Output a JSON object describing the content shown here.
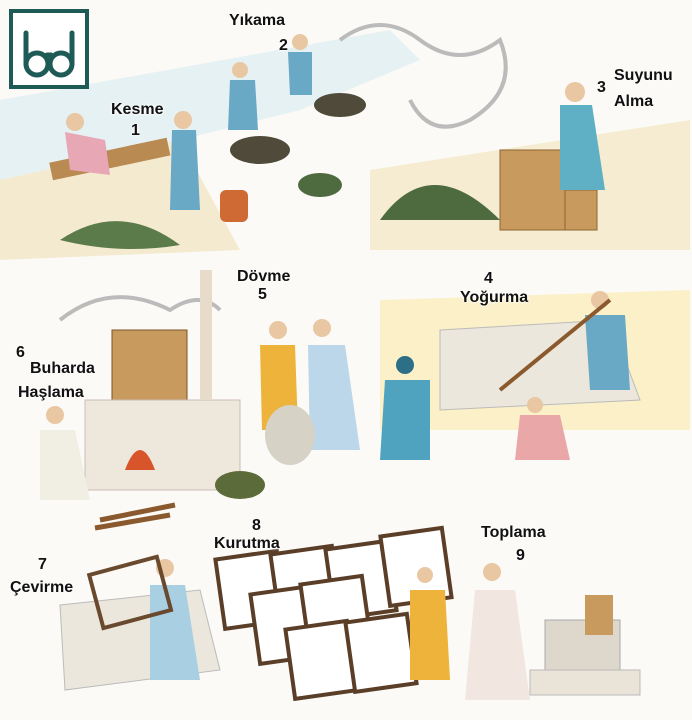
{
  "logo": {
    "text": "bd",
    "color": "#1e5a56"
  },
  "steps": [
    {
      "number": "1",
      "label": "Kesme"
    },
    {
      "number": "2",
      "label": "Yıkama"
    },
    {
      "number": "3",
      "label": "Suyunu Alma",
      "label_line1": "Suyunu",
      "label_line2": "Alma"
    },
    {
      "number": "4",
      "label": "Yoğurma"
    },
    {
      "number": "5",
      "label": "Dövme"
    },
    {
      "number": "6",
      "label": "Buharda Haşlama",
      "label_line1": "Buharda",
      "label_line2": "Haşlama"
    },
    {
      "number": "7",
      "label": "Çevirme"
    },
    {
      "number": "8",
      "label": "Kurutma"
    },
    {
      "number": "9",
      "label": "Toplama"
    }
  ]
}
